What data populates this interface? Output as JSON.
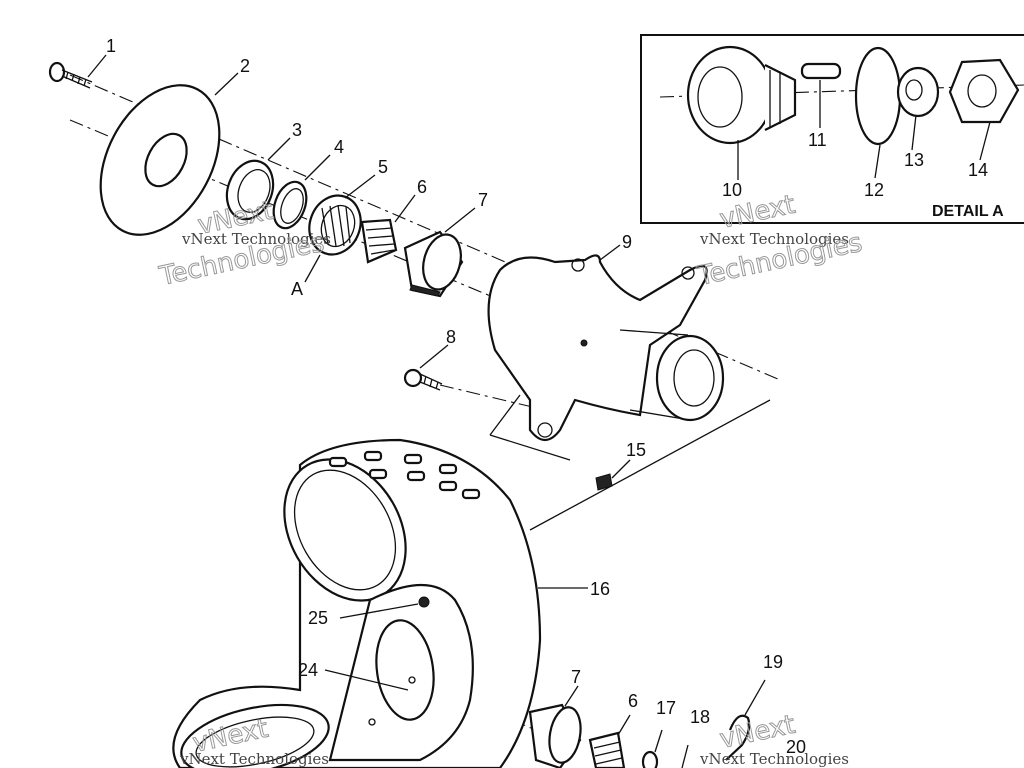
{
  "callouts": [
    "1",
    "2",
    "3",
    "4",
    "5",
    "6",
    "7",
    "8",
    "9",
    "10",
    "11",
    "12",
    "13",
    "14",
    "15",
    "16",
    "17",
    "18",
    "19",
    "20",
    "24",
    "25",
    "A"
  ],
  "detail_label": "DETAIL A",
  "watermark": {
    "line1": "vNext Technologies",
    "line2a": "vNext",
    "line2b": "Technologies"
  }
}
